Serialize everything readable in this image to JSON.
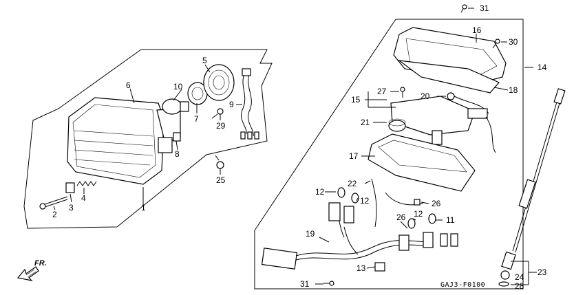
{
  "diagram": {
    "drawing_code": "GAJ3-F0100",
    "direction_label": "FR.",
    "part_labels": {
      "p1": "1",
      "p2": "2",
      "p3": "3",
      "p4": "4",
      "p5": "5",
      "p6": "6",
      "p7": "7",
      "p8": "8",
      "p9": "9",
      "p10": "10",
      "p11": "11",
      "p12a": "12",
      "p12b": "12",
      "p12c": "12",
      "p13": "13",
      "p14": "14",
      "p15": "15",
      "p16": "16",
      "p17": "17",
      "p18": "18",
      "p19": "19",
      "p20": "20",
      "p21": "21",
      "p22": "22",
      "p23": "23",
      "p24": "24",
      "p25": "25",
      "p26a": "26",
      "p26b": "26",
      "p27": "27",
      "p28": "28",
      "p29": "29",
      "p30": "30",
      "p31a": "31",
      "p31b": "31"
    }
  }
}
